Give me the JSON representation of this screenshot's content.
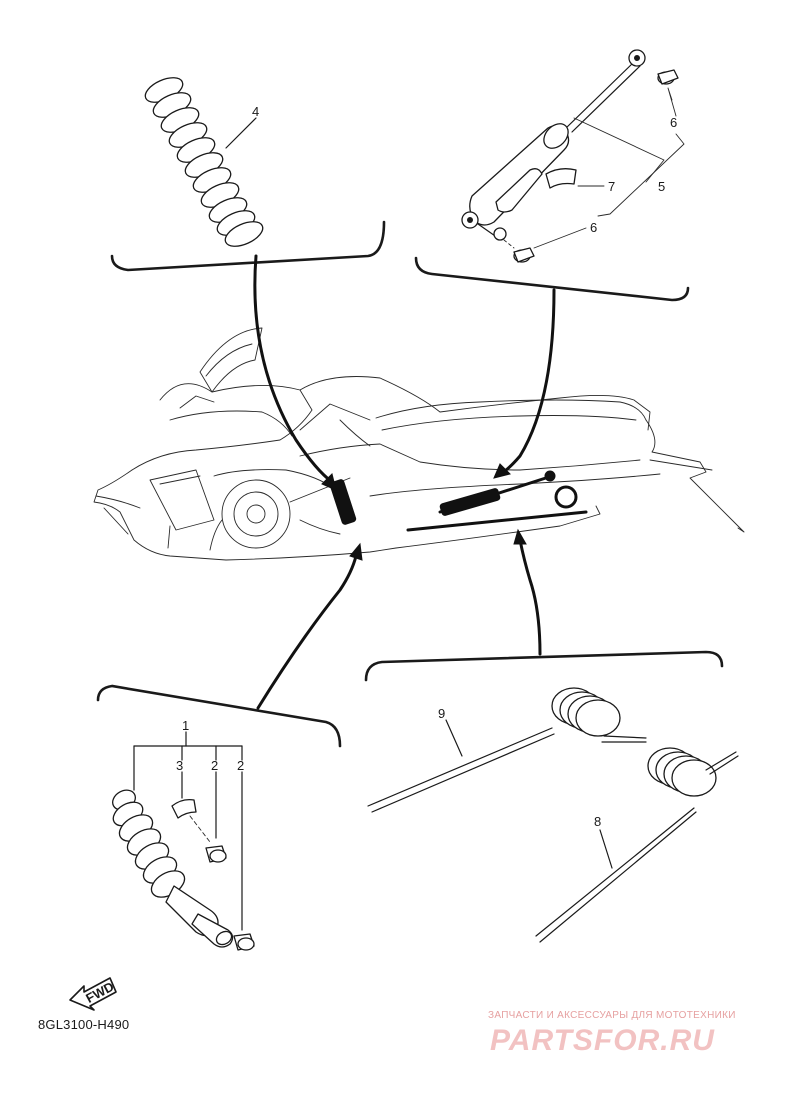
{
  "diagram": {
    "code": "8GL3100-H490",
    "fwd_label": "FWD",
    "callouts": [
      "1",
      "2",
      "2",
      "3",
      "4",
      "5",
      "6",
      "6",
      "7",
      "8",
      "9"
    ]
  },
  "watermark": {
    "caption": "ЗАПЧАСТИ И АКСЕССУАРЫ ДЛЯ МОТОТЕХНИКИ",
    "logo": "PARTSFOR.RU"
  }
}
